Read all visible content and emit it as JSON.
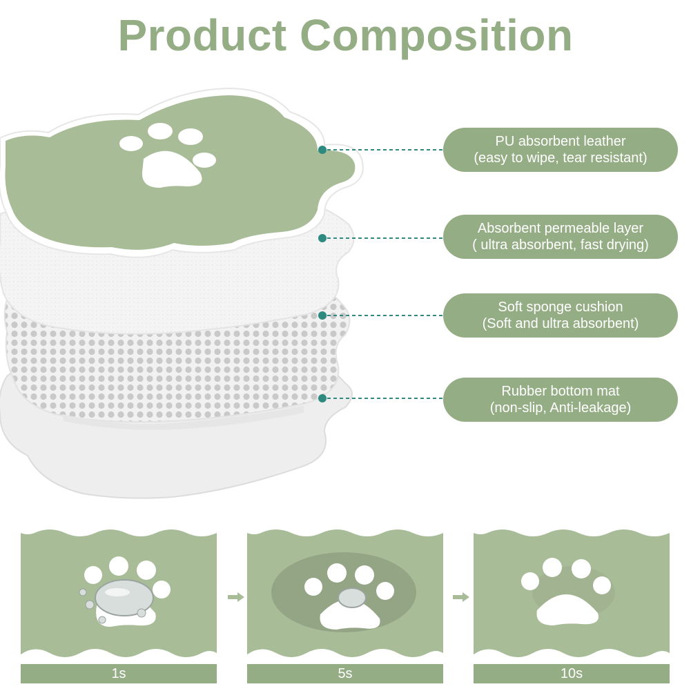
{
  "title": "Product Composition",
  "layers": [
    {
      "icon": "paw-print-icon",
      "line1": "PU absorbent leather",
      "line2": "(easy to wipe, tear resistant)"
    },
    {
      "line1": "Absorbent permeable layer",
      "line2": "( ultra absorbent, fast drying)"
    },
    {
      "line1": "Soft sponge cushion",
      "line2": "(Soft and ultra absorbent)"
    },
    {
      "line1": "Rubber bottom mat",
      "line2": "(non-slip, Anti-leakage)"
    }
  ],
  "steps": [
    {
      "label": "1s"
    },
    {
      "label": "5s"
    },
    {
      "label": "10s"
    }
  ],
  "colors": {
    "accent": "#95ad84",
    "mat_green": "#a9bc98",
    "leader": "#2e8a7f",
    "white": "#ffffff"
  }
}
